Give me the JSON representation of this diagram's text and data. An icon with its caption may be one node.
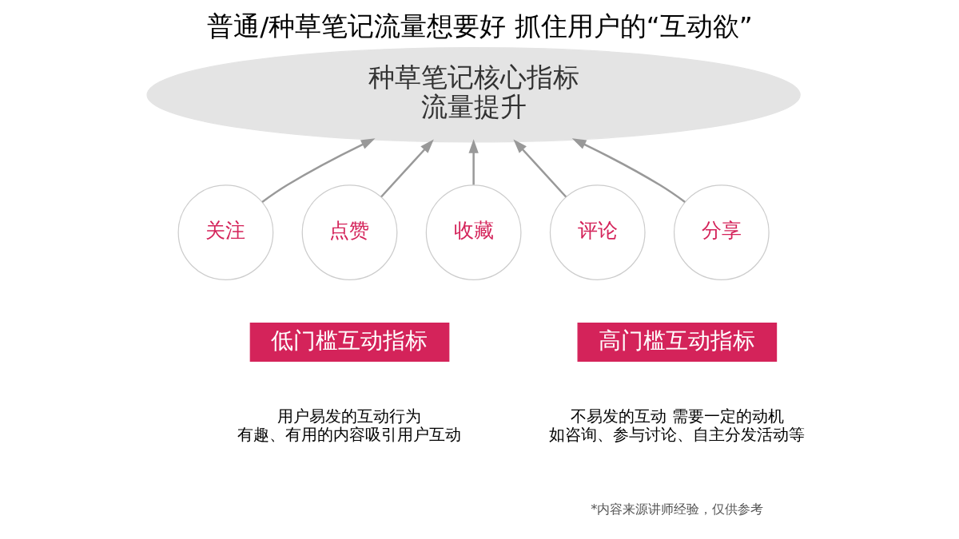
{
  "diagram": {
    "title": "普通/种草笔记流量想要好 抓住用户的“互动欲”",
    "nodes": [
      {
        "text": [
          "种草笔记核心指标",
          "流量提升"
        ]
      },
      {
        "text": [
          "关注"
        ]
      },
      {
        "text": [
          "点赞"
        ]
      },
      {
        "text": [
          "收藏"
        ]
      },
      {
        "text": [
          "评论"
        ]
      },
      {
        "text": [
          "分享"
        ]
      },
      {
        "text": [
          "低门槛互动指标"
        ],
        "beside": [
          "用户易发的互动行为",
          "有趣、有用的内容吸引用户互动"
        ]
      },
      {
        "text": [
          "高门槛互动指标"
        ],
        "beside": [
          "不易发的互动 需要一定的动机",
          "如咨询、参与讨论、自主分发活动等"
        ]
      }
    ],
    "edges": [
      {
        "from": 1,
        "to": 0,
        "arrow": "to"
      },
      {
        "from": 2,
        "to": 0,
        "arrow": "to"
      },
      {
        "from": 3,
        "to": 0,
        "arrow": "to"
      },
      {
        "from": 4,
        "to": 0,
        "arrow": "to"
      },
      {
        "from": 5,
        "to": 0,
        "arrow": "to"
      }
    ],
    "labels": [
      "*内容来源讲师经验，仅供参考"
    ]
  }
}
